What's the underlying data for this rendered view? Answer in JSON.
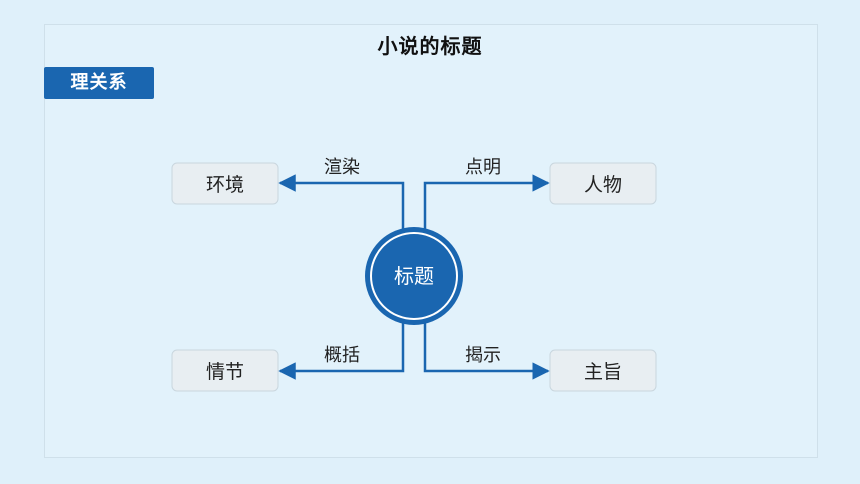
{
  "title": "小说的标题",
  "section_tag": "理关系",
  "diagram": {
    "center": "标题",
    "nodes": {
      "top_left": "环境",
      "top_right": "人物",
      "bottom_left": "情节",
      "bottom_right": "主旨"
    },
    "edges": {
      "top_left": "渲染",
      "top_right": "点明",
      "bottom_left": "概括",
      "bottom_right": "揭示"
    }
  },
  "colors": {
    "background": "#dff0fa",
    "accent": "#1a66b0",
    "node_fill": "#e8eef2",
    "node_border": "#c9d6de"
  }
}
